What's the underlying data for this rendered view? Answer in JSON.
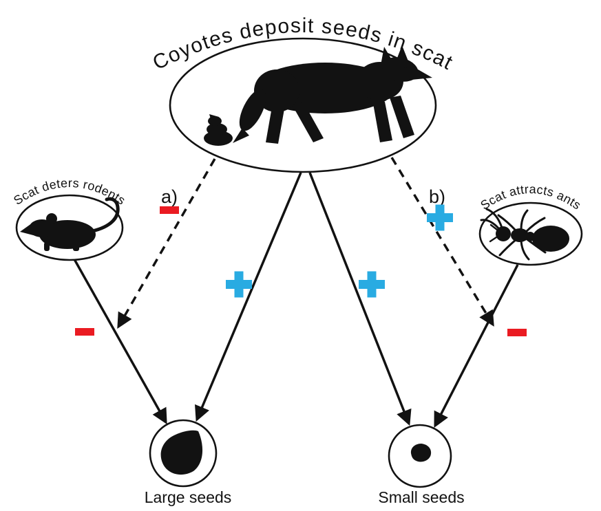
{
  "nodes": {
    "coyote": {
      "label": "Coyotes deposit seeds in scat",
      "icon": "coyote-with-scat-icon"
    },
    "rodent": {
      "label": "Scat deters rodents",
      "icon": "rodent-icon"
    },
    "ant": {
      "label": "Scat attracts ants",
      "icon": "ant-icon"
    },
    "large_seeds": {
      "label": "Large seeds",
      "icon": "large-seed-icon"
    },
    "small_seeds": {
      "label": "Small seeds",
      "icon": "small-seed-icon"
    }
  },
  "labels": {
    "a": "a)",
    "b": "b)"
  },
  "signs": {
    "positive": "+",
    "negative": "-"
  },
  "colors": {
    "ink": "#121212",
    "positive": "#29abe2",
    "negative": "#ea1b22"
  },
  "edges": [
    {
      "from": "coyote",
      "toward": "large_seeds",
      "line": "dashed",
      "sign": "-",
      "label": "a)"
    },
    {
      "from": "coyote",
      "toward": "small_seeds",
      "line": "dashed",
      "sign": "+",
      "label": "b)"
    },
    {
      "from": "coyote",
      "toward": "large_seeds",
      "line": "solid",
      "sign": "+"
    },
    {
      "from": "coyote",
      "toward": "small_seeds",
      "line": "solid",
      "sign": "+"
    },
    {
      "from": "rodent",
      "toward": "large_seeds",
      "line": "solid",
      "sign": "-"
    },
    {
      "from": "ant",
      "toward": "small_seeds",
      "line": "solid",
      "sign": "-"
    }
  ]
}
